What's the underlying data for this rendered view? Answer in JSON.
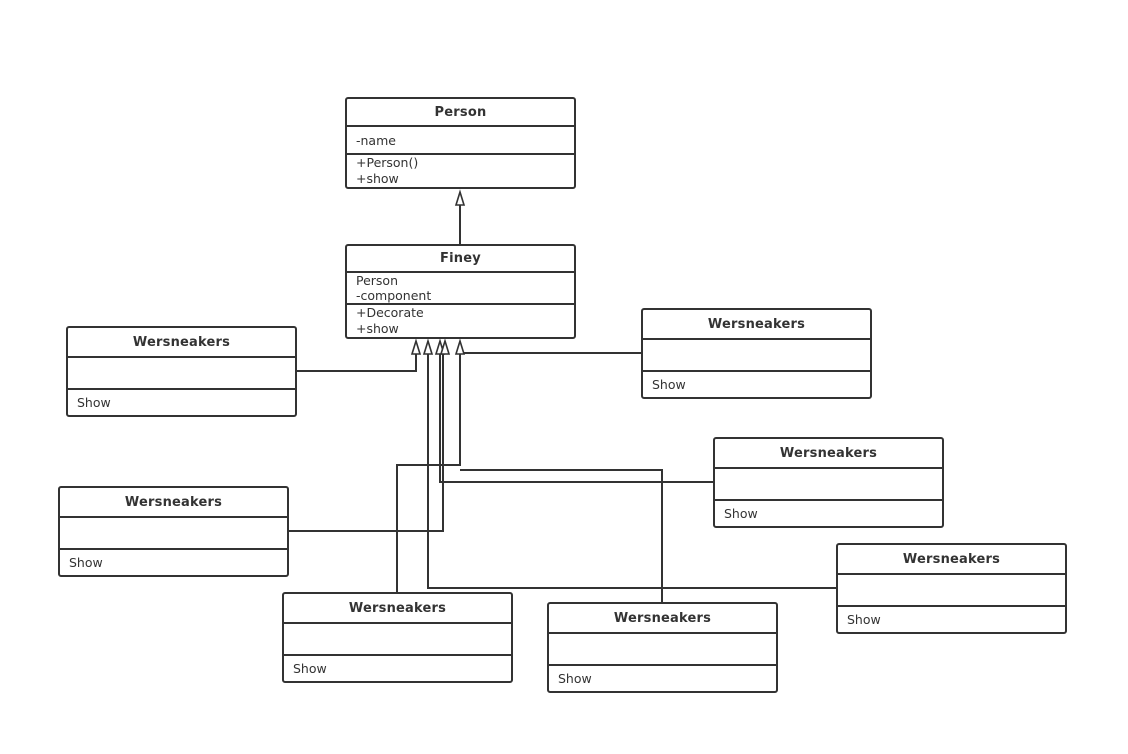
{
  "diagram": {
    "type": "uml-class-diagram",
    "line_color": "#333333",
    "classes": {
      "person": {
        "name": "Person",
        "attributes": [
          "-name"
        ],
        "operations": [
          "+Person()",
          "+show"
        ]
      },
      "finey": {
        "name": "Finey",
        "attributes": [
          "Person",
          "-component"
        ],
        "operations": [
          "+Decorate",
          "+show"
        ]
      },
      "ws1": {
        "name": "Wersneakers",
        "operations": [
          "Show"
        ]
      },
      "ws2": {
        "name": "Wersneakers",
        "operations": [
          "Show"
        ]
      },
      "ws3": {
        "name": "Wersneakers",
        "operations": [
          "Show"
        ]
      },
      "ws4": {
        "name": "Wersneakers",
        "operations": [
          "Show"
        ]
      },
      "ws5": {
        "name": "Wersneakers",
        "operations": [
          "Show"
        ]
      },
      "ws6": {
        "name": "Wersneakers",
        "operations": [
          "Show"
        ]
      },
      "ws7": {
        "name": "Wersneakers",
        "operations": [
          "Show"
        ]
      }
    },
    "relationships": [
      {
        "type": "generalization",
        "from": "finey",
        "to": "person"
      },
      {
        "type": "generalization",
        "from": "ws1",
        "to": "finey"
      },
      {
        "type": "generalization",
        "from": "ws2",
        "to": "finey"
      },
      {
        "type": "generalization",
        "from": "ws3",
        "to": "finey"
      },
      {
        "type": "generalization",
        "from": "ws4",
        "to": "finey"
      },
      {
        "type": "generalization",
        "from": "ws5",
        "to": "finey"
      },
      {
        "type": "generalization",
        "from": "ws6",
        "to": "finey"
      },
      {
        "type": "generalization",
        "from": "ws7",
        "to": "finey"
      }
    ]
  }
}
